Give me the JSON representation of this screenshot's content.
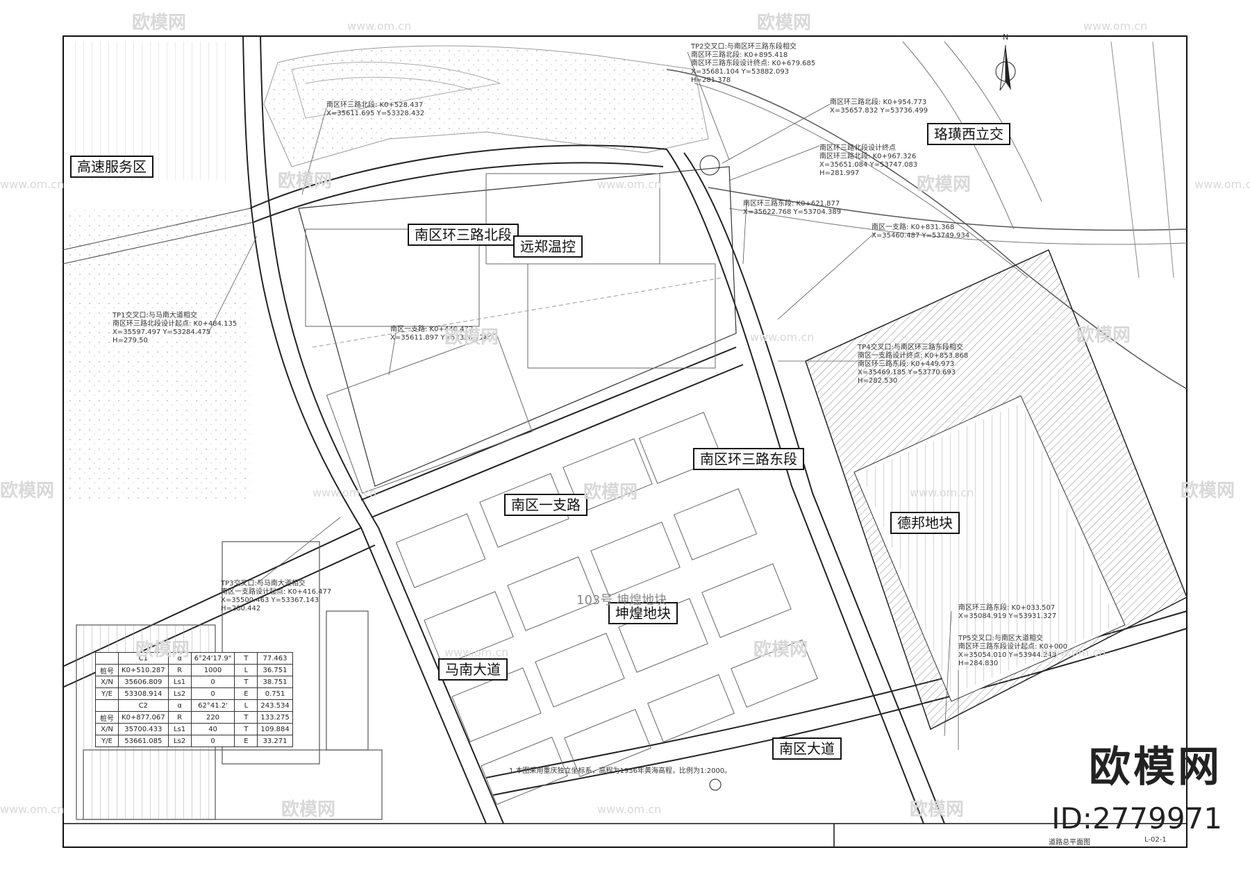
{
  "areas": {
    "service": "高速服务区",
    "interchange": "珞璜西立交",
    "north_road": "南区环三路北段",
    "yuanzheng": "远郑温控",
    "east_road": "南区环三路东段",
    "branch_road": "南区一支路",
    "debang": "德邦地块",
    "shenhuang": "坤煌地块",
    "manan": "马南大道",
    "nanqu": "南区大道"
  },
  "annotations": [
    {
      "lines": [
        "TP2交叉口:与南区环三路东段相交",
        "南区环三路北段: K0+895.418",
        "南区环三路东段设计终点: K0+679.685",
        "X=35681.104  Y=53882.093",
        "H=281.378"
      ]
    },
    {
      "lines": [
        "南区环三路北段: K0+528.437",
        "X=35611.695  Y=53328.432"
      ]
    },
    {
      "lines": [
        "南区环三路北段: K0+954.773",
        "X=35657.832  Y=53736.499"
      ]
    },
    {
      "lines": [
        "南区环三路北段设计终点",
        "南区环三路北段: K0+967.326",
        "X=35651.084  Y=53747.083",
        "H=281.997"
      ]
    },
    {
      "lines": [
        "南区环三路东段: K0+621.877",
        "X=35622.768  Y=53704.389"
      ]
    },
    {
      "lines": [
        "南区一支路: K0+831.368",
        "X=35460.487  Y=53749.934"
      ]
    },
    {
      "lines": [
        "TP1交叉口:与马南大道相交",
        "南区环三路北段设计起点: K0+484.135",
        "X=35597.497  Y=53284.475",
        "H=279.50"
      ]
    },
    {
      "lines": [
        "南区一支路: K0+440.477",
        "X=35611.897  Y=53326.778"
      ]
    },
    {
      "lines": [
        "TP4交叉口:与南区环三路东段相交",
        "南区一支路设计终点: K0+853.868",
        "南区环三路东段: K0+449.973",
        "X=35469.185  Y=53770.693",
        "H=282.530"
      ]
    },
    {
      "lines": [
        "TP3交叉口:与马南大道相交",
        "南区一支路设计起点: K0+416.477",
        "X=35500.463  Y=53367.143",
        "H=280.442"
      ]
    },
    {
      "lines": [
        "南区环三路东段: K0+033.507",
        "X=35084.919  Y=53931.327"
      ]
    },
    {
      "lines": [
        "TP5交叉口:与南区大道相交",
        "南区环三路东段设计起点: K0+000",
        "X=35054.010  Y=53944.248",
        "H=284.830"
      ]
    }
  ],
  "curve_table": [
    [
      "",
      "C1",
      "α",
      "6°24'17.9\"",
      "T",
      "77.463"
    ],
    [
      "桩号",
      "K0+510.287",
      "R",
      "1000",
      "L",
      "36.751"
    ],
    [
      "X/N",
      "35606.809",
      "Ls1",
      "0",
      "T",
      "38.751"
    ],
    [
      "Y/E",
      "53308.914",
      "Ls2",
      "0",
      "E",
      "0.751"
    ],
    [
      "",
      "C2",
      "α",
      "62°41.2'",
      "L",
      "243.534"
    ],
    [
      "桩号",
      "K0+877.067",
      "R",
      "220",
      "T",
      "133.275"
    ],
    [
      "X/N",
      "35700.433",
      "Ls1",
      "40",
      "T",
      "109.884"
    ],
    [
      "Y/E",
      "53661.085",
      "Ls2",
      "0",
      "E",
      "33.271"
    ]
  ],
  "note": "1.本图采用重庆独立坐标系，高程为1956年黄海高程，比例为1:2000。",
  "compass": "N",
  "ground_text": "103号 坤煌地块",
  "title_block": {
    "drawing_name": "道路总平面图",
    "sheet": "L-02-1"
  },
  "watermark": {
    "brand": "欧模网",
    "url": "www.om.cn"
  },
  "brand": "欧模网",
  "brand_id": "ID:2779971"
}
